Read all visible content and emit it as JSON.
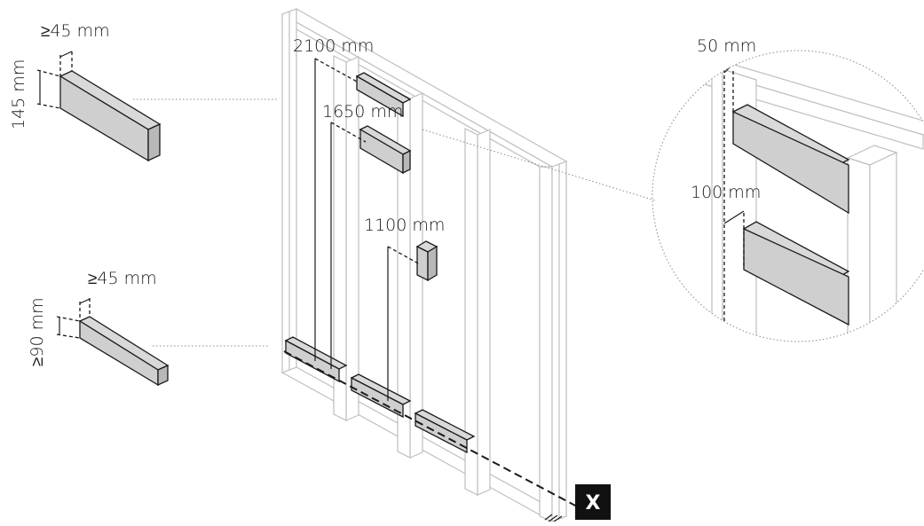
{
  "labels": {
    "stud1_width": "≥45 mm",
    "stud1_height": "145 mm",
    "stud2_width": "≥45 mm",
    "stud2_height": "≥90 mm",
    "h2100": "2100 mm",
    "h1650": "1650 mm",
    "h1100": "1100 mm",
    "zoom_top": "50 mm",
    "zoom_gap": "100 mm"
  },
  "marker": {
    "label": "X"
  },
  "colors": {
    "block_fill": "#cfcfcf",
    "frame_stroke": "#bfbfbf",
    "marker_bg": "#111111"
  }
}
